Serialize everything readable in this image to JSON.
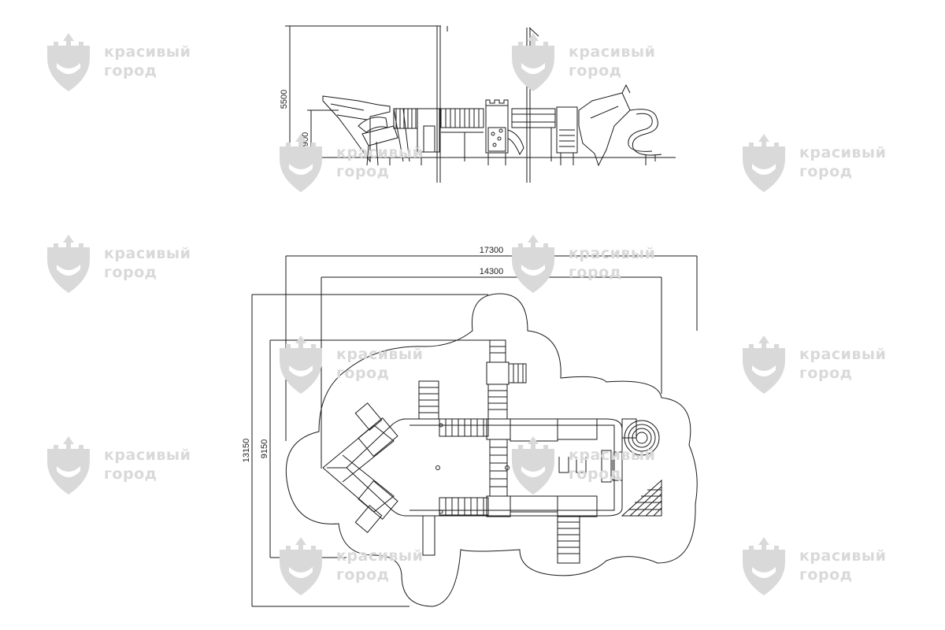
{
  "side_view": {
    "dimensions": {
      "height_total": "5500",
      "height_platform": "1900"
    }
  },
  "plan_view": {
    "dimensions": {
      "length_total": "17300",
      "length_inner": "14300",
      "width_total": "13150",
      "width_inner": "9150"
    }
  },
  "watermark": {
    "line1": "красивый",
    "line2": "город",
    "color": "#d9d9d9",
    "icon": "castle-shield-icon"
  },
  "colors": {
    "line": "#1a1a1a",
    "background": "#ffffff"
  }
}
